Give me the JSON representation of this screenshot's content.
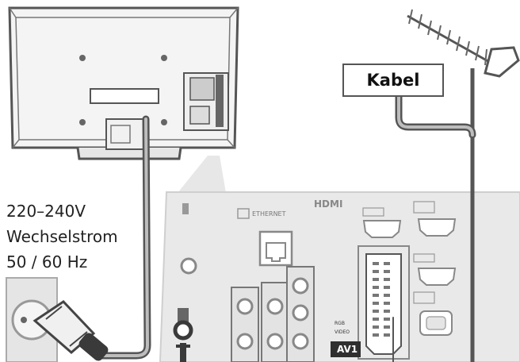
{
  "power": {
    "line1": "220–240V",
    "line2": "Wechselstrom",
    "line3": "50 / 60 Hz"
  },
  "antenna": {
    "label": "Kabel"
  },
  "panel": {
    "ethernet_label": "ETHERNET",
    "hdmi_logo": "HDMI",
    "av_label": "AV1",
    "rgb_label": "RGB",
    "video_label": "VIDEO"
  },
  "colors": {
    "line": "#555555",
    "panel_fill": "#e9e9e9",
    "tv_fill": "#f3f3f3",
    "port_dark": "#3a3a3a"
  }
}
